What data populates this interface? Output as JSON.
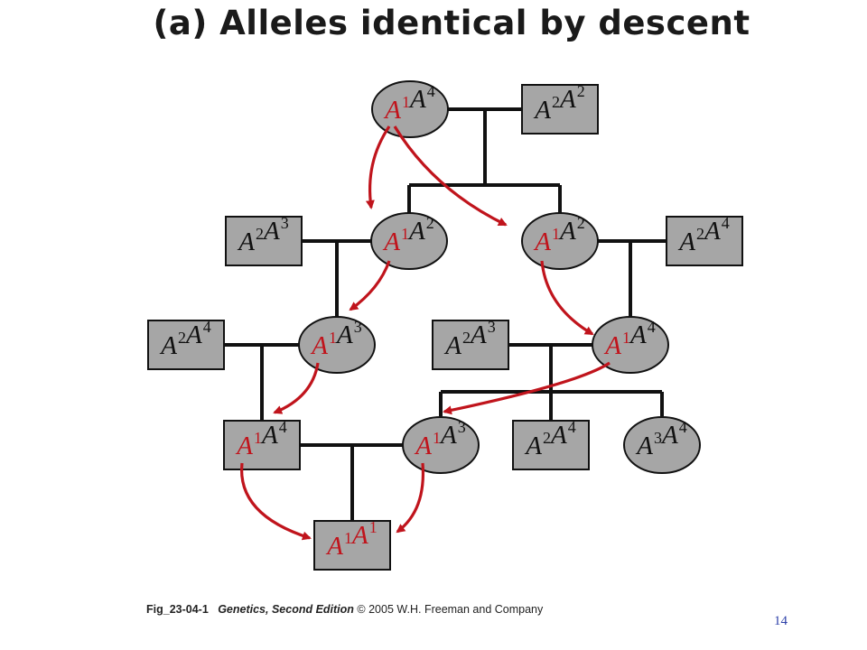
{
  "title": "(a)  Alleles identical by descent",
  "colors": {
    "node_fill": "#a6a6a6",
    "line": "#111111",
    "arrow": "#c0141c",
    "allele_red": "#c0141c"
  },
  "individuals": [
    {
      "id": "g1-female",
      "sex": "female",
      "alleles": [
        {
          "base": "A",
          "sup": "1",
          "red": true
        },
        {
          "base": "A",
          "sup": "4",
          "red": false
        }
      ]
    },
    {
      "id": "g1-male",
      "sex": "male",
      "alleles": [
        {
          "base": "A",
          "sup": "2",
          "red": false
        },
        {
          "base": "A",
          "sup": "2",
          "red": false
        }
      ]
    },
    {
      "id": "g2-spouse-left",
      "sex": "male",
      "alleles": [
        {
          "base": "A",
          "sup": "2",
          "red": false
        },
        {
          "base": "A",
          "sup": "3",
          "red": false
        }
      ]
    },
    {
      "id": "g2-female-left",
      "sex": "female",
      "alleles": [
        {
          "base": "A",
          "sup": "1",
          "red": true
        },
        {
          "base": "A",
          "sup": "2",
          "red": false
        }
      ]
    },
    {
      "id": "g2-female-right",
      "sex": "female",
      "alleles": [
        {
          "base": "A",
          "sup": "1",
          "red": true
        },
        {
          "base": "A",
          "sup": "2",
          "red": false
        }
      ]
    },
    {
      "id": "g2-spouse-right",
      "sex": "male",
      "alleles": [
        {
          "base": "A",
          "sup": "2",
          "red": false
        },
        {
          "base": "A",
          "sup": "4",
          "red": false
        }
      ]
    },
    {
      "id": "g3-spouse-left",
      "sex": "male",
      "alleles": [
        {
          "base": "A",
          "sup": "2",
          "red": false
        },
        {
          "base": "A",
          "sup": "4",
          "red": false
        }
      ]
    },
    {
      "id": "g3-female-left",
      "sex": "female",
      "alleles": [
        {
          "base": "A",
          "sup": "1",
          "red": true
        },
        {
          "base": "A",
          "sup": "3",
          "red": false
        }
      ]
    },
    {
      "id": "g3-spouse-right",
      "sex": "male",
      "alleles": [
        {
          "base": "A",
          "sup": "2",
          "red": false
        },
        {
          "base": "A",
          "sup": "3",
          "red": false
        }
      ]
    },
    {
      "id": "g3-female-right",
      "sex": "female",
      "alleles": [
        {
          "base": "A",
          "sup": "1",
          "red": true
        },
        {
          "base": "A",
          "sup": "4",
          "red": false
        }
      ]
    },
    {
      "id": "g4-male",
      "sex": "male",
      "alleles": [
        {
          "base": "A",
          "sup": "1",
          "red": true
        },
        {
          "base": "A",
          "sup": "4",
          "red": false
        }
      ]
    },
    {
      "id": "g4-female",
      "sex": "female",
      "alleles": [
        {
          "base": "A",
          "sup": "1",
          "red": true
        },
        {
          "base": "A",
          "sup": "3",
          "red": false
        }
      ]
    },
    {
      "id": "g4-sib-male",
      "sex": "male",
      "alleles": [
        {
          "base": "A",
          "sup": "2",
          "red": false
        },
        {
          "base": "A",
          "sup": "4",
          "red": false
        }
      ]
    },
    {
      "id": "g4-sib-female",
      "sex": "female",
      "alleles": [
        {
          "base": "A",
          "sup": "3",
          "red": false
        },
        {
          "base": "A",
          "sup": "4",
          "red": false
        }
      ]
    },
    {
      "id": "g5-child",
      "sex": "male",
      "alleles": [
        {
          "base": "A",
          "sup": "1",
          "red": true
        },
        {
          "base": "A",
          "sup": "1",
          "red": true
        }
      ]
    }
  ],
  "caption": {
    "fig": "Fig_23-04-1",
    "book": "Genetics, Second Edition",
    "rest": "© 2005 W.H. Freeman and Company"
  },
  "page_number": "14"
}
